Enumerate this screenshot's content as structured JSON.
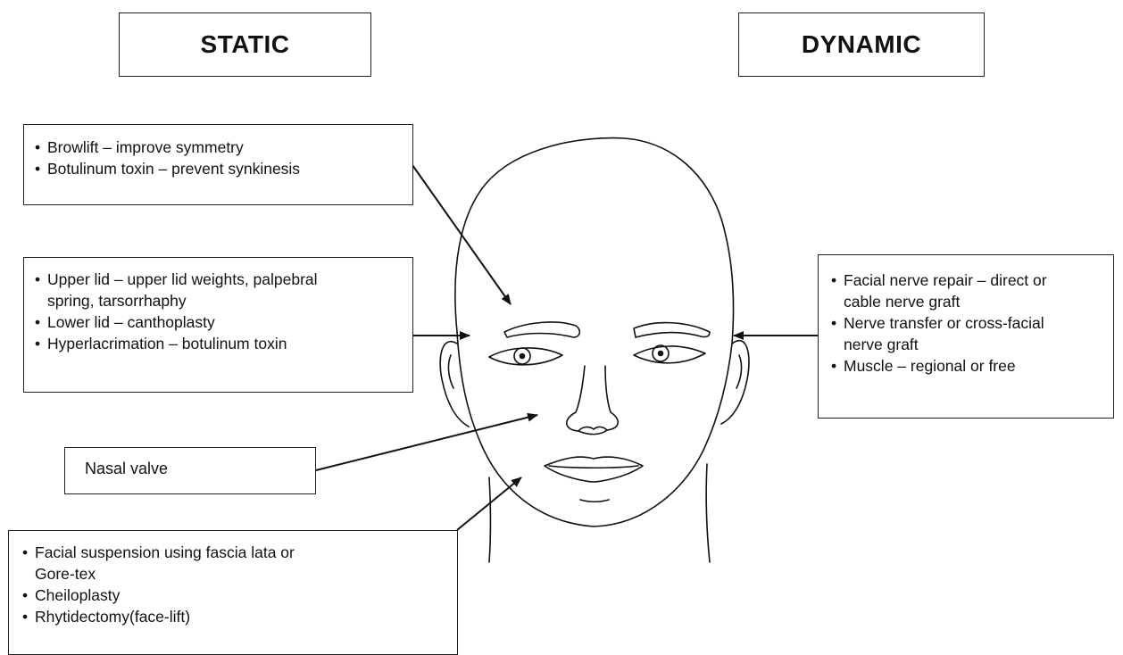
{
  "headers": {
    "static": "STATIC",
    "dynamic": "DYNAMIC"
  },
  "boxes": {
    "brow": [
      "Browlift – improve symmetry",
      "Botulinum toxin – prevent synkinesis"
    ],
    "eyelid": [
      "Upper lid – upper lid weights, palpebral spring, tarsorrhaphy",
      "Lower lid – canthoplasty",
      "Hyperlacrimation – botulinum toxin"
    ],
    "nasal": "Nasal valve",
    "lower_face": [
      "Facial suspension using fascia lata or Gore-tex",
      "Cheiloplasty",
      "Rhytidectomy(face-lift)"
    ],
    "dynamic": [
      "Facial nerve repair – direct or cable nerve graft",
      "Nerve transfer or cross-facial nerve graft",
      "Muscle – regional or free"
    ]
  }
}
